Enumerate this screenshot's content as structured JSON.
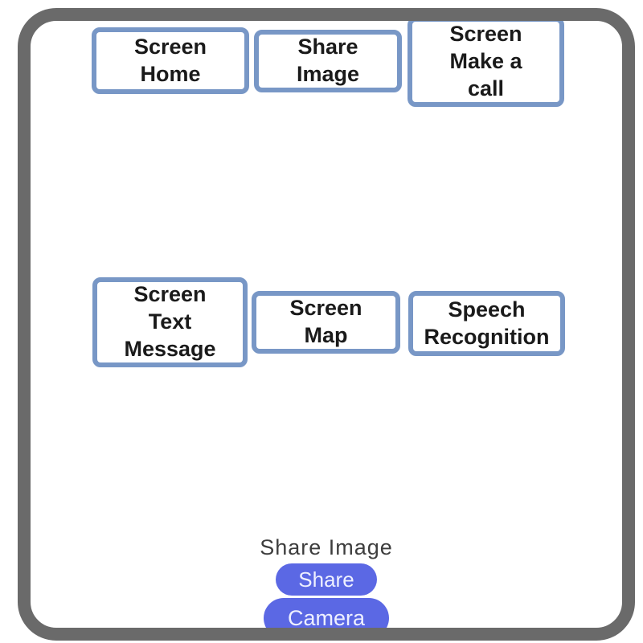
{
  "colors": {
    "background": "#ffffff",
    "frame_border": "#6a6a6a",
    "screen_button_border": "#7897c6",
    "screen_button_text": "#1a1a1a",
    "pill_background": "#5b68e4",
    "pill_text": "#eef0ff",
    "section_title_text": "#3d3d3d"
  },
  "grid": {
    "buttons": [
      {
        "label": "Screen\nHome"
      },
      {
        "label": "Share\nImage"
      },
      {
        "label": "Screen\nMake a\ncall"
      },
      {
        "label": "Screen\nText\nMessage"
      },
      {
        "label": "Screen\nMap"
      },
      {
        "label": "Speech\nRecognition"
      }
    ]
  },
  "bottom": {
    "title": "Share Image",
    "share_label": "Share",
    "camera_label": "Camera"
  }
}
